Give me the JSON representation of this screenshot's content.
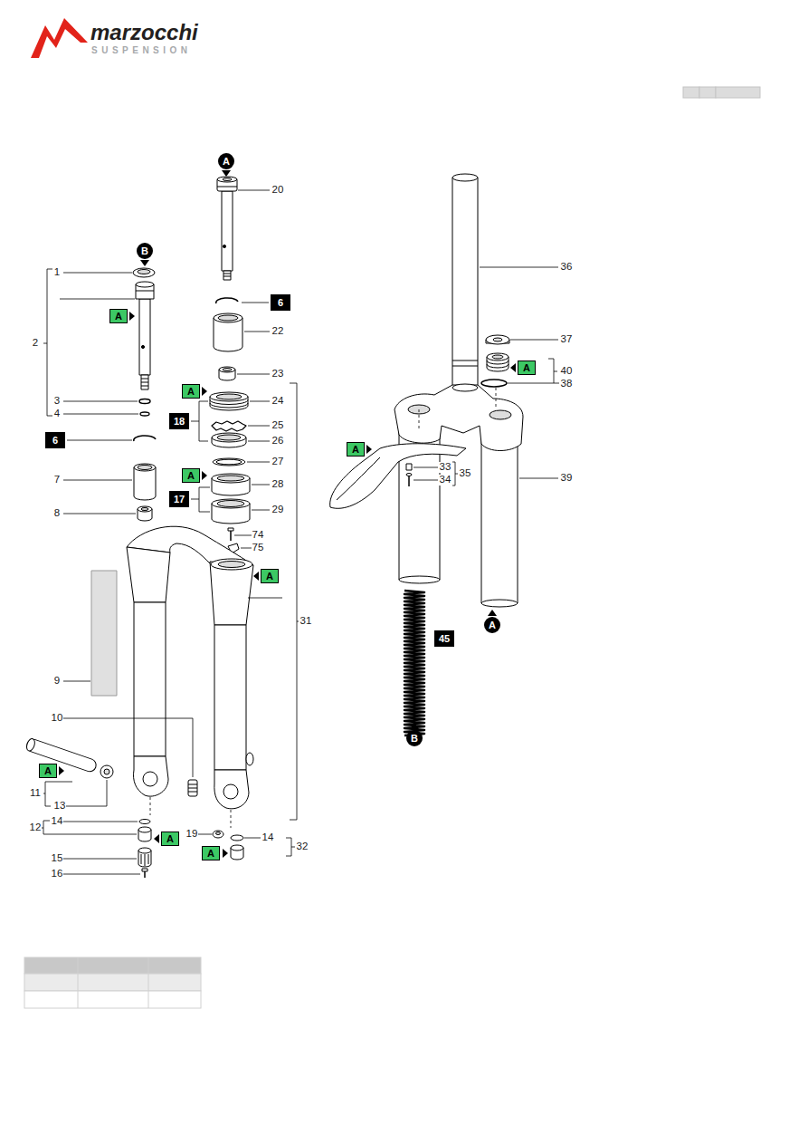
{
  "diagram": {
    "nodes": [
      {
        "text": [
          "A"
        ]
      },
      {
        "text": [
          "B"
        ]
      },
      {
        "text": [
          "6"
        ]
      },
      {
        "text": [
          "A"
        ]
      },
      {
        "text": [
          "A"
        ]
      },
      {
        "text": [
          "A"
        ]
      },
      {
        "text": [
          "18"
        ]
      },
      {
        "text": [
          "6"
        ]
      },
      {
        "text": [
          "A"
        ]
      },
      {
        "text": [
          "A"
        ]
      },
      {
        "text": [
          "17"
        ]
      },
      {
        "text": [
          "A"
        ]
      },
      {
        "text": [
          "A"
        ]
      },
      {
        "text": [
          "45"
        ]
      },
      {
        "text": [
          "B"
        ]
      },
      {
        "text": [
          "A"
        ]
      },
      {
        "text": [
          "A"
        ]
      },
      {
        "text": [
          "A"
        ]
      }
    ],
    "labels": [
      "marzocchi",
      "SUSPENSION",
      "20",
      "36",
      "1",
      "22",
      "37",
      "2",
      "23",
      "40",
      "38",
      "3",
      "24",
      "4",
      "25",
      "26",
      "27",
      "33",
      "35",
      "34",
      "7",
      "39",
      "28",
      "29",
      "8",
      "74",
      "75",
      "31",
      "9",
      "10",
      "11",
      "13",
      "14",
      "12",
      "19",
      "14",
      "32",
      "15",
      "16"
    ]
  }
}
